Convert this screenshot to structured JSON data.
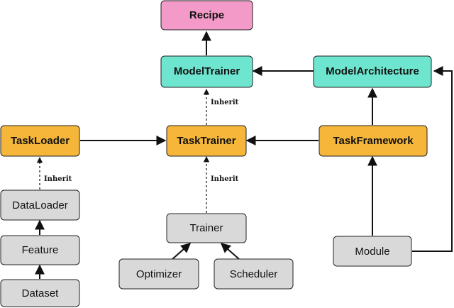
{
  "colors": {
    "pink": "#F49AC8",
    "teal": "#6EE6CF",
    "orange": "#F5B63A",
    "gray": "#D9D9D9"
  },
  "nodes": {
    "recipe": "Recipe",
    "model_trainer": "ModelTrainer",
    "model_architecture": "ModelArchitecture",
    "task_loader": "TaskLoader",
    "task_trainer": "TaskTrainer",
    "task_framework": "TaskFramework",
    "data_loader": "DataLoader",
    "trainer": "Trainer",
    "feature": "Feature",
    "module": "Module",
    "optimizer": "Optimizer",
    "scheduler": "Scheduler",
    "dataset": "Dataset"
  },
  "edge_labels": {
    "inherit_model_trainer": "Inherit",
    "inherit_task_loader": "Inherit",
    "inherit_task_trainer": "Inherit"
  }
}
